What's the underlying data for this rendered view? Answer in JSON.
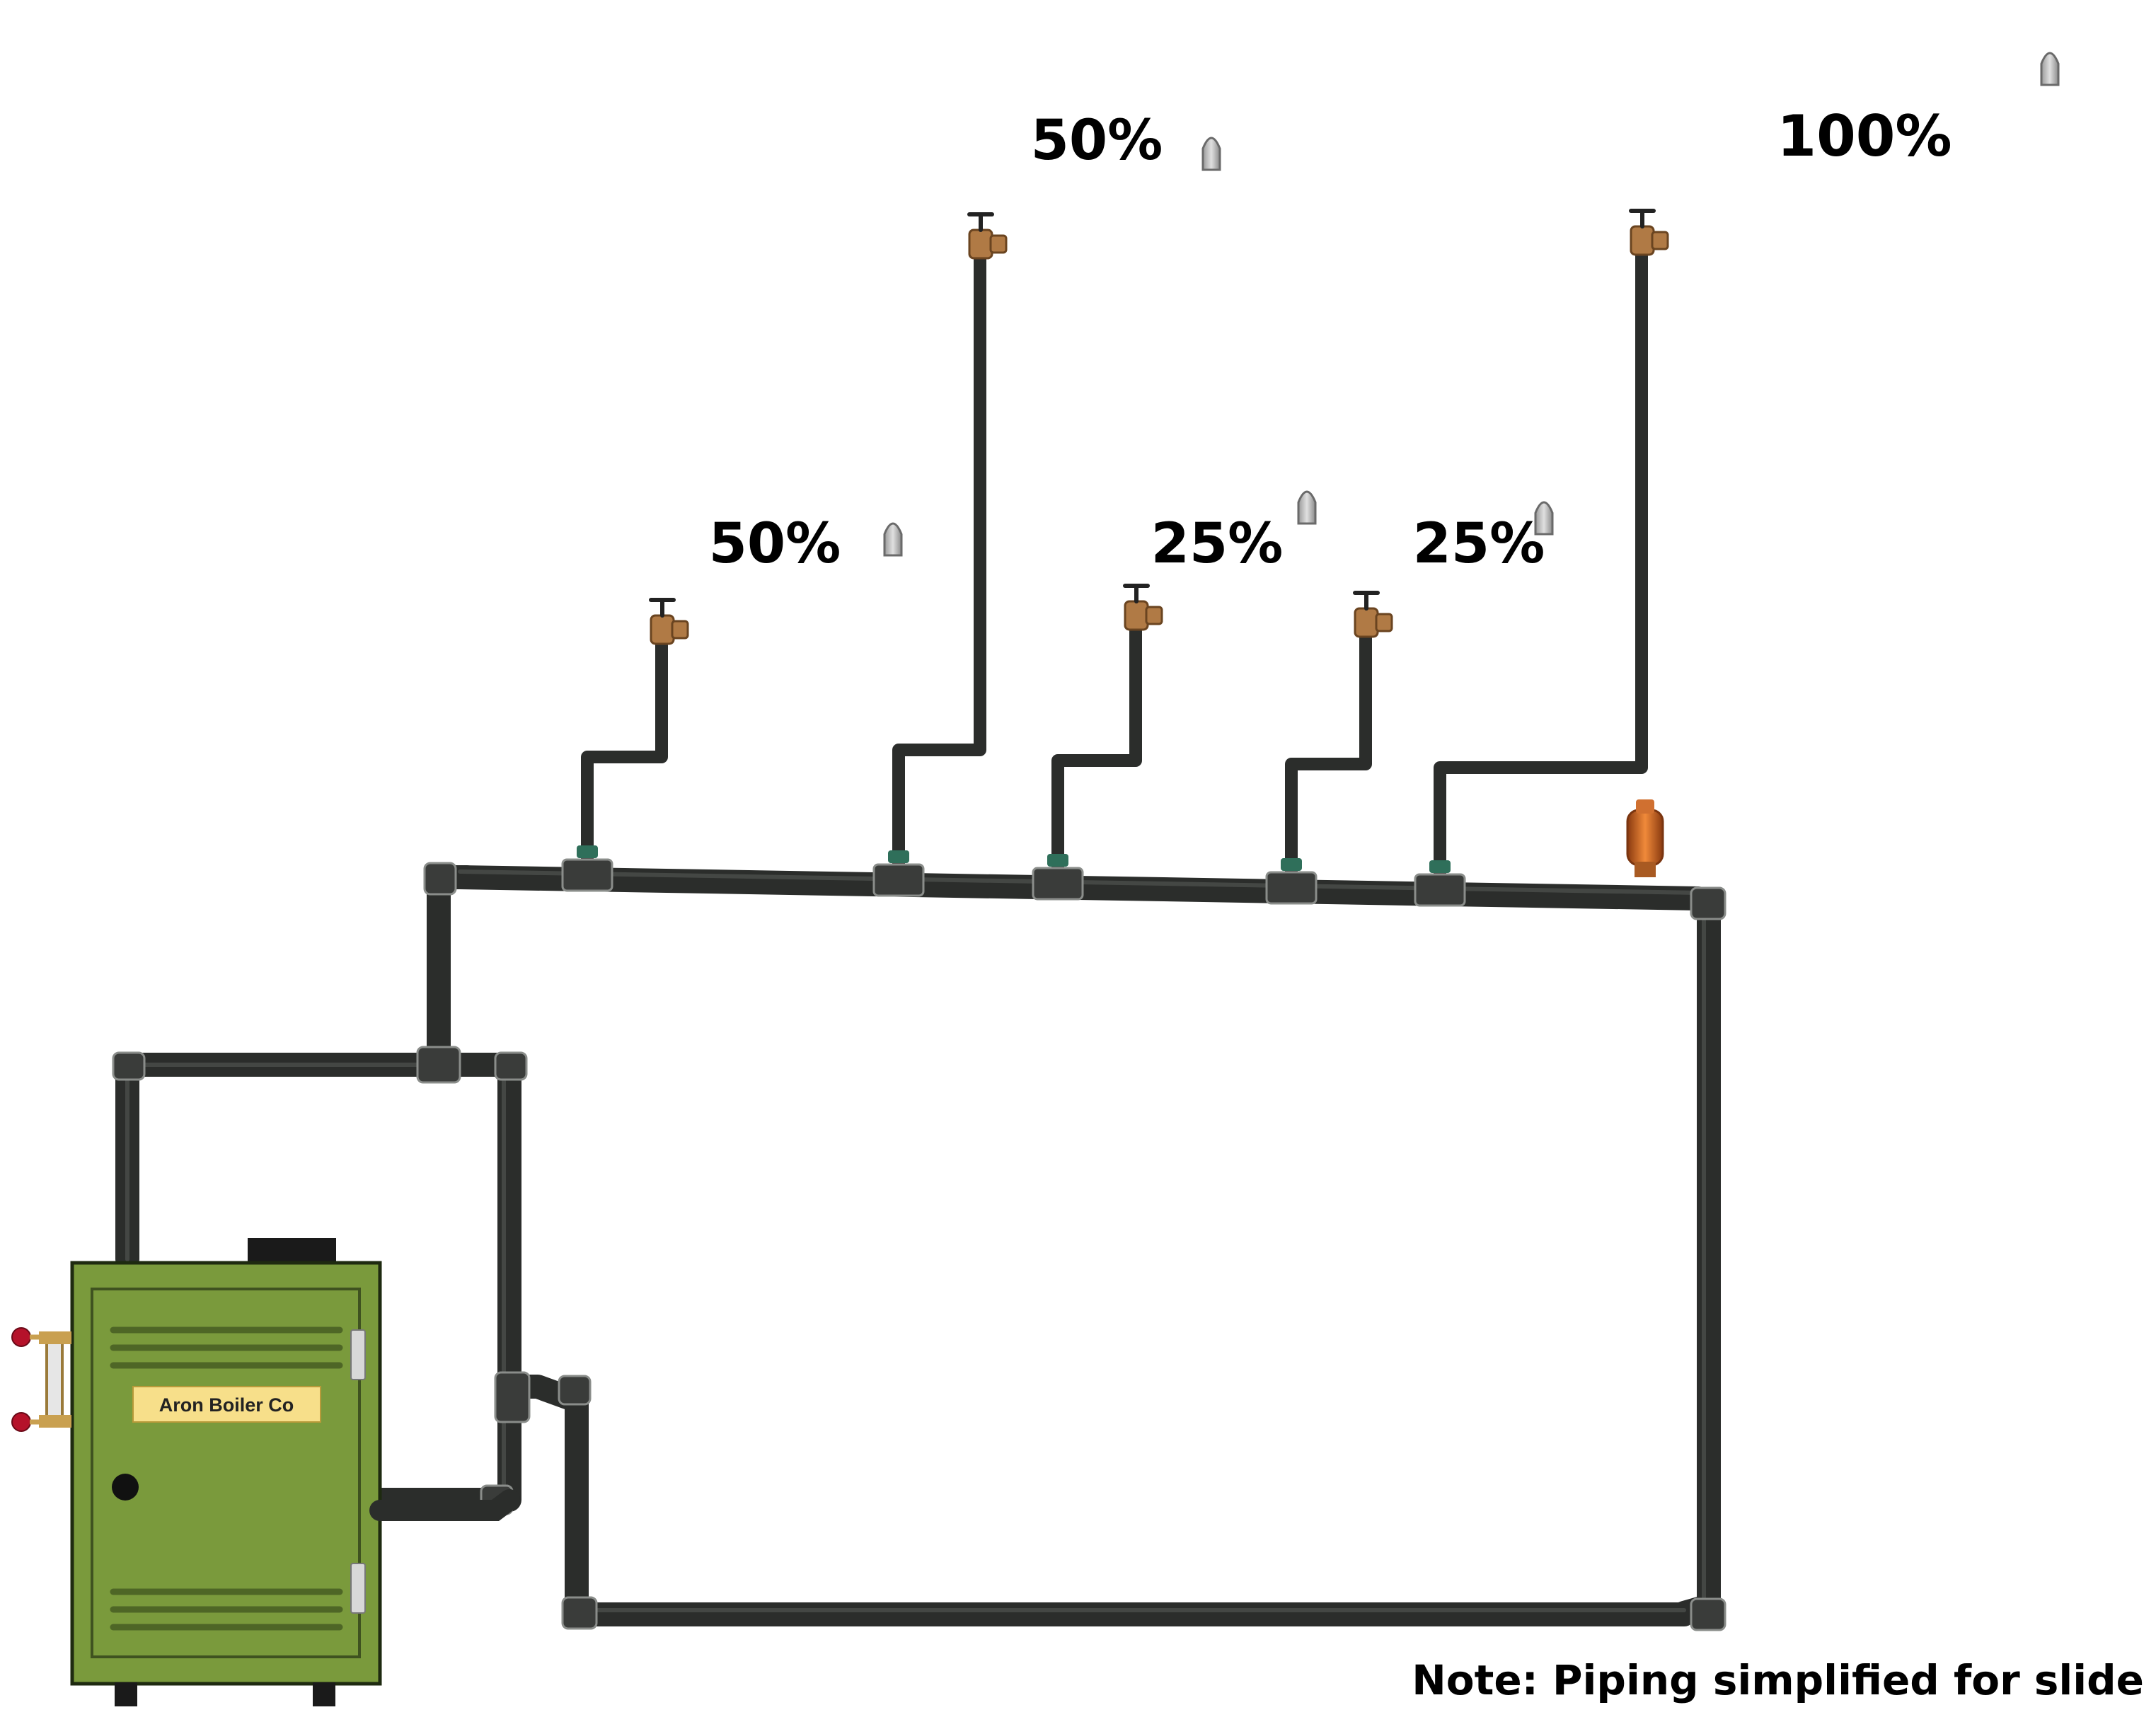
{
  "diagram": {
    "boiler_label": "Aron Boiler Co",
    "note": "Note: Piping simplified for slide",
    "radiators": [
      {
        "id": "rad-1",
        "size_label": "50%"
      },
      {
        "id": "rad-2",
        "size_label": "50%"
      },
      {
        "id": "rad-3",
        "size_label": "25%"
      },
      {
        "id": "rad-4",
        "size_label": "25%"
      },
      {
        "id": "rad-5",
        "size_label": "100%"
      }
    ],
    "colors": {
      "pipe": "#2b2d2b",
      "pipe_highlight": "#5a5d5a",
      "radiator": "#b8b8b8",
      "boiler": "#7a9a3c",
      "boiler_dark": "#5f7a2c",
      "boiler_label_bg": "#f7df8a",
      "valve_brass": "#b07a45",
      "air_vent": "#c8641e",
      "gauge_red": "#b5122a"
    },
    "icons": {
      "supply_valve": "radiator-valve-icon",
      "air_vent": "radiator-air-vent-icon",
      "main_vent": "main-vent-icon",
      "sight_glass": "sight-glass-icon"
    }
  }
}
